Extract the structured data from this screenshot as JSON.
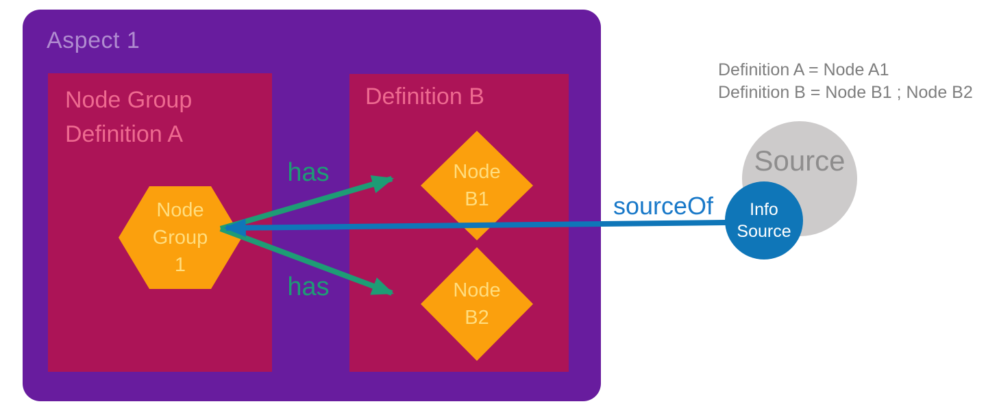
{
  "diagram": {
    "aspect": {
      "title": "Aspect 1"
    },
    "group_a": {
      "title": "Node Group Definition A",
      "node": {
        "label": "Node Group 1",
        "shape": "hexagon"
      }
    },
    "group_b": {
      "title": "Definition B",
      "nodes": [
        {
          "label": "Node B1",
          "shape": "diamond"
        },
        {
          "label": "Node B2",
          "shape": "diamond"
        }
      ]
    },
    "edges": {
      "has_upper": {
        "label": "has"
      },
      "has_lower": {
        "label": "has"
      },
      "source_of": {
        "label": "sourceOf"
      }
    },
    "source": {
      "label": "Source",
      "shape": "circle"
    },
    "info_source": {
      "label": "Info Source",
      "shape": "circle"
    },
    "notes": {
      "line1": "Definition A = Node A1",
      "line2": "Definition B = Node B1 ; Node B2"
    },
    "colors": {
      "purple": "#681C9E",
      "crimson": "#AC1457",
      "pink": "#EE6A90",
      "lavender": "#B08BD0",
      "orange": "#FBA00D",
      "yellow": "#FFDD7E",
      "green": "#1E9C75",
      "blue": "#0F76B8",
      "blue_text": "#1878C8",
      "gray_circle": "#CDCBCB",
      "gray_text": "#8E8D8D",
      "note_gray": "#7E7E7E"
    }
  }
}
